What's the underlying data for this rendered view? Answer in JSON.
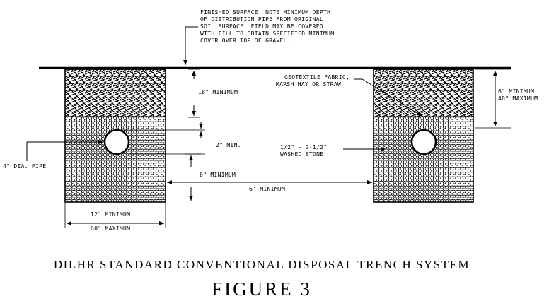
{
  "notes": {
    "finished_surface": [
      "FINISHED SURFACE.  NOTE MINIMUM DEPTH",
      "OF DISTRIBUTION PIPE FROM ORIGINAL",
      "SOIL SURFACE.  FIELD MAY BE COVERED",
      "WITH FILL TO OBTAIN SPECIFIED MINIMUM",
      "COVER OVER TOP OF GRAVEL."
    ],
    "geotextile": [
      "GEOTEXTILE FABRIC,",
      "MARSH HAY OR STRAW"
    ],
    "stone": [
      "1/2\" - 2-1/2\"",
      "WASHED STONE"
    ],
    "pipe": "4\" DIA. PIPE",
    "cover_depth": "18\" MINIMUM",
    "pipe_gap": "2\" MIN.",
    "stone_below_pipe": "6\" MINIMUM",
    "trench_spacing": "6' MINIMUM",
    "right_depth": [
      "6\" MINIMUM",
      "48\" MAXIMUM"
    ],
    "width": [
      "12\" MINIMUM",
      "60\" MAXIMUM"
    ]
  },
  "caption": {
    "title": "DILHR STANDARD CONVENTIONAL DISPOSAL TRENCH SYSTEM",
    "figure": "FIGURE 3"
  }
}
